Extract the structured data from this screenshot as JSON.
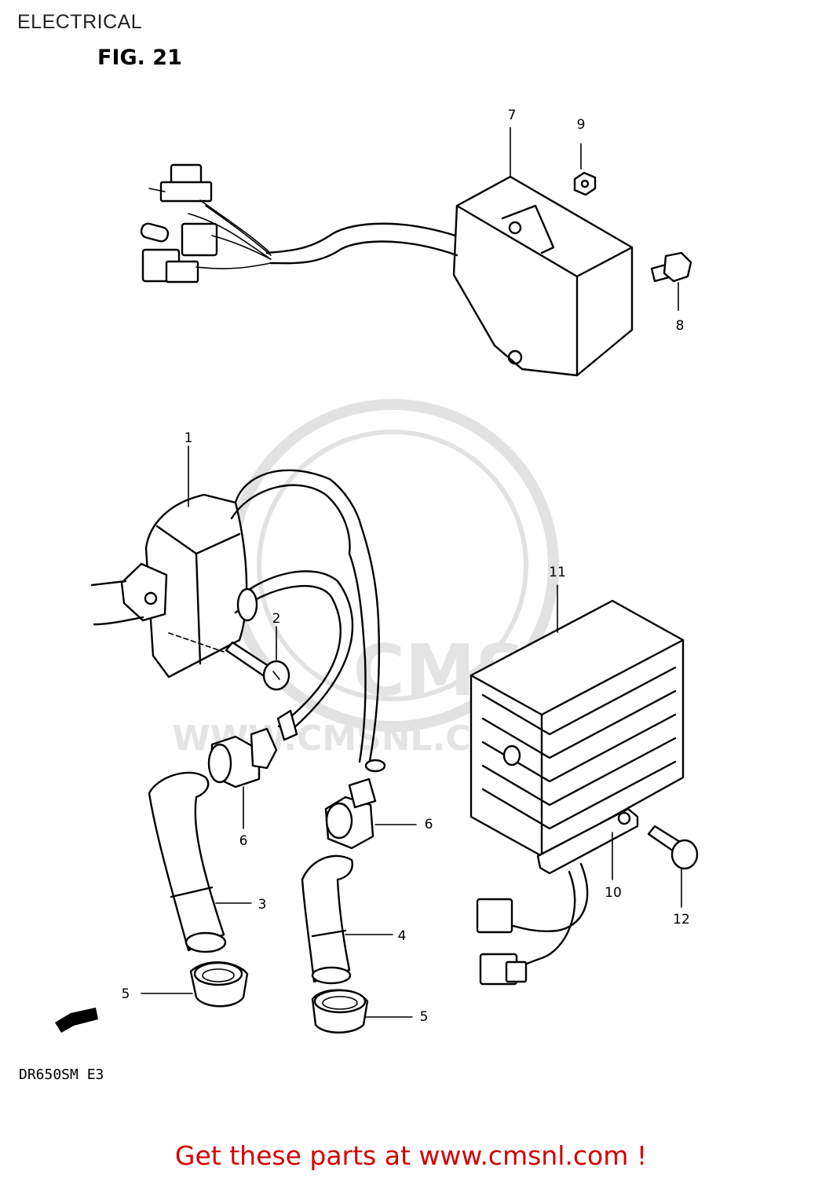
{
  "header": {
    "section": "ELECTRICAL",
    "figure": "FIG. 21"
  },
  "footer": {
    "model": "DR650SM  E3",
    "promo": "Get these parts at www.cmsnl.com !"
  },
  "watermark": {
    "brand": "CMS",
    "url": "WWW.CMSNL.COM"
  },
  "callouts": {
    "c1": "1",
    "c2": "2",
    "c3": "3",
    "c4": "4",
    "c5a": "5",
    "c5b": "5",
    "c6a": "6",
    "c6b": "6",
    "c7": "7",
    "c8": "8",
    "c9": "9",
    "c10": "10",
    "c11": "11",
    "c12": "12"
  },
  "colors": {
    "promo_text": "#d40000",
    "watermark": "#e2e2e2"
  }
}
